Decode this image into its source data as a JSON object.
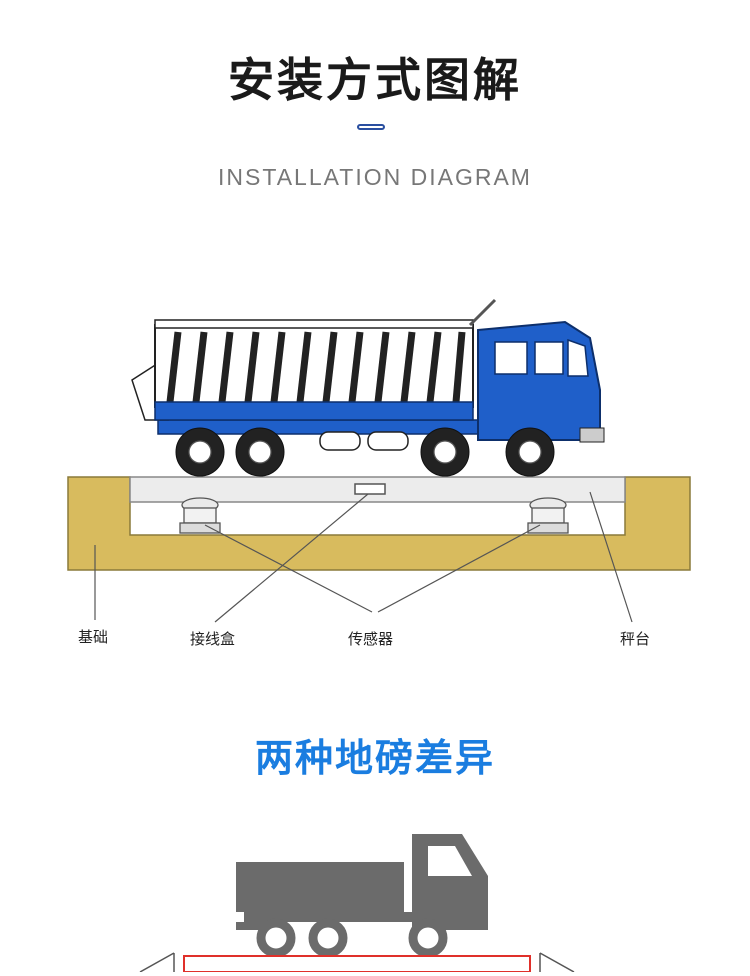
{
  "header": {
    "title": "安装方式图解",
    "subtitle": "INSTALLATION DIAGRAM"
  },
  "diagram": {
    "labels": {
      "foundation": "基础",
      "junction_box": "接线盒",
      "sensor": "传感器",
      "scale_platform": "秤台"
    }
  },
  "section2": {
    "title": "两种地磅差异"
  },
  "colors": {
    "title": "#1a1a1a",
    "accent_blue": "#1a7de0",
    "truck_blue": "#1f5fc9",
    "foundation": "#d8bb5e",
    "platform": "#ececec",
    "gray_truck": "#6b6b6b",
    "red_outline": "#e0302a"
  }
}
